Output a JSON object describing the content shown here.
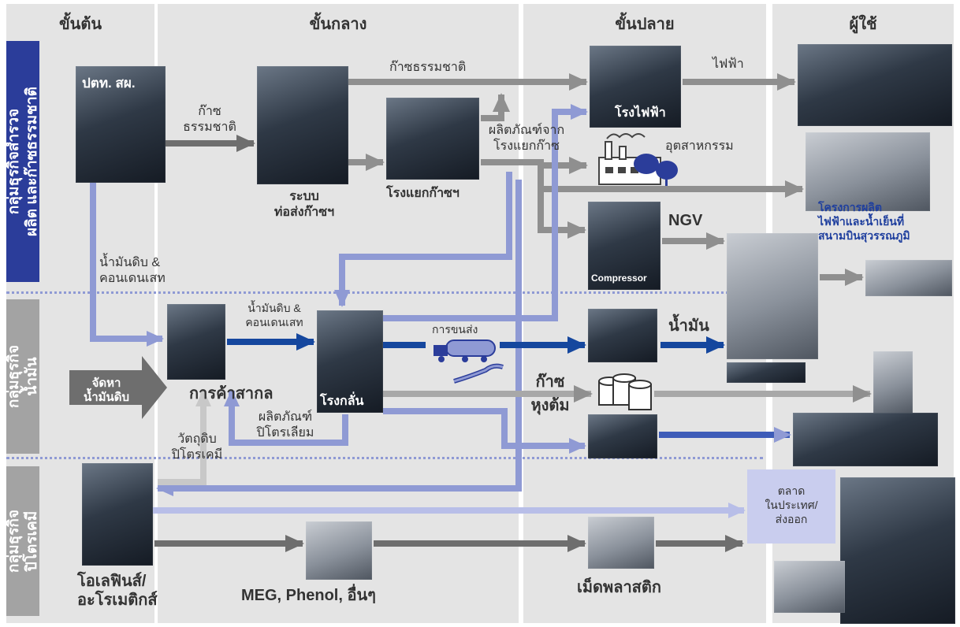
{
  "stages": {
    "upstream": "ขั้นต้น",
    "midstream": "ขั้นกลาง",
    "downstream": "ขั้นปลาย",
    "users": "ผู้ใช้"
  },
  "groups": {
    "gas": "กลุ่มธุรกิจสำรวจ\nผลิต และก๊าซธรรมชาติ",
    "oil": "กลุ่มธุรกิจ\nน้ำมัน",
    "petrochem": "กลุ่มธุรกิจ\nปิโตรเคมี"
  },
  "nodes": {
    "pttep": "ปตท. สผ.",
    "pipeline": "ระบบ\nท่อส่งก๊าซฯ",
    "gas_separation": "โรงแยกก๊าซฯ",
    "power_plant": "โรงไฟฟ้า",
    "compressor": "Compressor",
    "trading": "การค้าสากล",
    "refinery": "โรงกลั่น",
    "crude_supply": "จัดหา\nน้ำมันดิบ",
    "olefins": "โอเลฟินส์/\nอะโรเมติกส์",
    "meg": "MEG, Phenol, อื่นๆ",
    "plastic": "เม็ดพลาสติก",
    "market": "ตลาด\nในประเทศ/\nส่งออก",
    "airport_project": "โครงการผลิต\nไฟฟ้าและน้ำเย็นที่\nสนามบินสุวรรณภูมิ"
  },
  "labels": {
    "natural_gas_1": "ก๊าซ\nธรรมชาติ",
    "natural_gas_2": "ก๊าซธรรมชาติ",
    "electricity": "ไฟฟ้า",
    "gsp_products": "ผลิตภัณฑ์จาก\nโรงแยกก๊าซ",
    "industry": "อุตสาหกรรม",
    "ngv": "NGV",
    "crude_condensate_1": "น้ำมันดิบ &\nคอนเดนเสท",
    "crude_condensate_2": "น้ำมันดิบ &\nคอนเดนเสท",
    "transport": "การขนส่ง",
    "oil": "น้ำมัน",
    "lpg": "ก๊าซ\nหุงต้ม",
    "petroleum_products": "ผลิตภัณฑ์\nปิโตรเลียม",
    "petrochem_feedstock": "วัตถุดิบ\nปิโตรเคมี"
  },
  "colors": {
    "stage_bg": "#e4e4e4",
    "group_gas": "#2b3d9a",
    "group_other": "#a3a3a3",
    "arrow_gray": "#8f8f8f",
    "arrow_dark": "#6e6e6e",
    "arrow_navy": "#15479e",
    "arrow_light_blue": "#8f9ad4",
    "arrow_pale_blue": "#b8bee8",
    "market_box": "#c9cdee"
  }
}
